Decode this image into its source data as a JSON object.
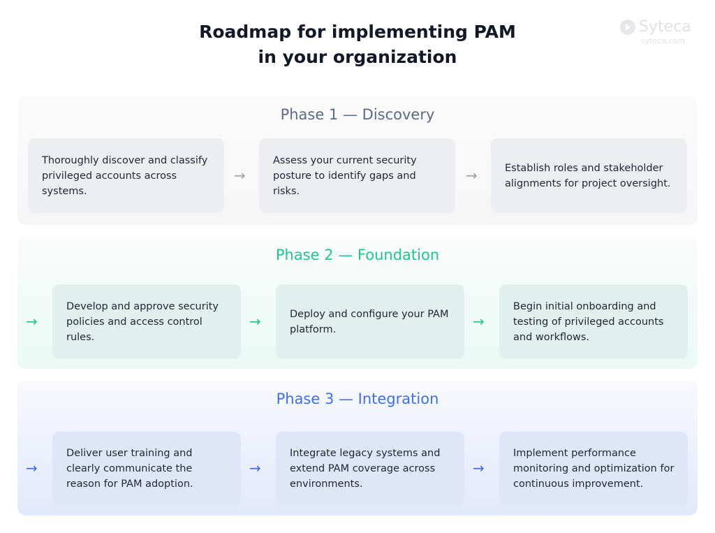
{
  "title": {
    "line1": "Roadmap for implementing PAM",
    "line2": "in your organization"
  },
  "logo": {
    "icon": "syteca-logo-icon",
    "name": "Syteca",
    "url": "syteca.com"
  },
  "colors": {
    "phase1_accent": "#5b6b87",
    "phase2_accent": "#1fc98c",
    "phase3_accent": "#3f6ff0",
    "text": "#1f2533"
  },
  "phases": [
    {
      "title": "Phase 1 — Discovery",
      "steps": [
        "Thoroughly discover and classify privileged accounts across systems.",
        "Assess your current security posture to identify gaps and risks.",
        "Establish roles and stakeholder alignments for project oversight."
      ]
    },
    {
      "title": "Phase 2 — Foundation",
      "steps": [
        "Develop and approve security policies and access control rules.",
        "Deploy and configure your PAM platform.",
        "Begin initial onboarding and testing of privileged accounts and workflows."
      ]
    },
    {
      "title": "Phase 3 — Integration",
      "steps": [
        "Deliver user training and clearly communicate the reason for PAM adoption.",
        "Integrate legacy systems and extend PAM coverage across environments.",
        "Implement performance monitoring and optimization for continuous improvement."
      ]
    }
  ],
  "arrow_glyph": "→"
}
